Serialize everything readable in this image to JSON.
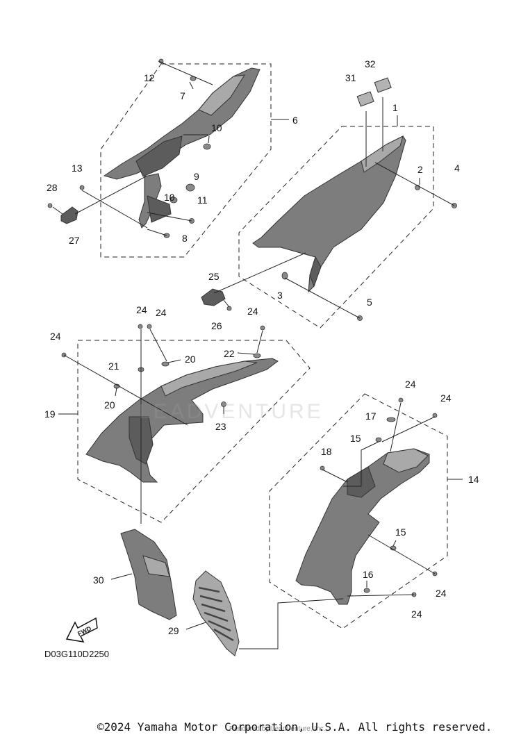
{
  "diagram_code": "D03G110D2250",
  "copyright": "©2024 Yamaha Motor Corporation, U.S.A. All rights reserved.",
  "watermark": "LEADVENTURE",
  "rendered_by": "Rendered by LeadVenture, Inc.",
  "fwd_label": "FWD",
  "callouts": [
    {
      "id": "c1",
      "label": "1"
    },
    {
      "id": "c2",
      "label": "2"
    },
    {
      "id": "c3",
      "label": "3"
    },
    {
      "id": "c4",
      "label": "4"
    },
    {
      "id": "c5",
      "label": "5"
    },
    {
      "id": "c6",
      "label": "6"
    },
    {
      "id": "c7",
      "label": "7"
    },
    {
      "id": "c8",
      "label": "8"
    },
    {
      "id": "c9",
      "label": "9"
    },
    {
      "id": "c10a",
      "label": "10"
    },
    {
      "id": "c10b",
      "label": "10"
    },
    {
      "id": "c11",
      "label": "11"
    },
    {
      "id": "c12",
      "label": "12"
    },
    {
      "id": "c13",
      "label": "13"
    },
    {
      "id": "c14",
      "label": "14"
    },
    {
      "id": "c15a",
      "label": "15"
    },
    {
      "id": "c15b",
      "label": "15"
    },
    {
      "id": "c16",
      "label": "16"
    },
    {
      "id": "c17",
      "label": "17"
    },
    {
      "id": "c18",
      "label": "18"
    },
    {
      "id": "c19",
      "label": "19"
    },
    {
      "id": "c20a",
      "label": "20"
    },
    {
      "id": "c20b",
      "label": "20"
    },
    {
      "id": "c21",
      "label": "21"
    },
    {
      "id": "c22",
      "label": "22"
    },
    {
      "id": "c23",
      "label": "23"
    },
    {
      "id": "c24a",
      "label": "24"
    },
    {
      "id": "c24b",
      "label": "24"
    },
    {
      "id": "c24c",
      "label": "24"
    },
    {
      "id": "c24d",
      "label": "24"
    },
    {
      "id": "c24e",
      "label": "24"
    },
    {
      "id": "c24f",
      "label": "24"
    },
    {
      "id": "c24g",
      "label": "24"
    },
    {
      "id": "c24h",
      "label": "24"
    },
    {
      "id": "c25",
      "label": "25"
    },
    {
      "id": "c26",
      "label": "26"
    },
    {
      "id": "c27",
      "label": "27"
    },
    {
      "id": "c28",
      "label": "28"
    },
    {
      "id": "c29",
      "label": "29"
    },
    {
      "id": "c30",
      "label": "30"
    },
    {
      "id": "c31",
      "label": "31"
    },
    {
      "id": "c32",
      "label": "32"
    }
  ]
}
